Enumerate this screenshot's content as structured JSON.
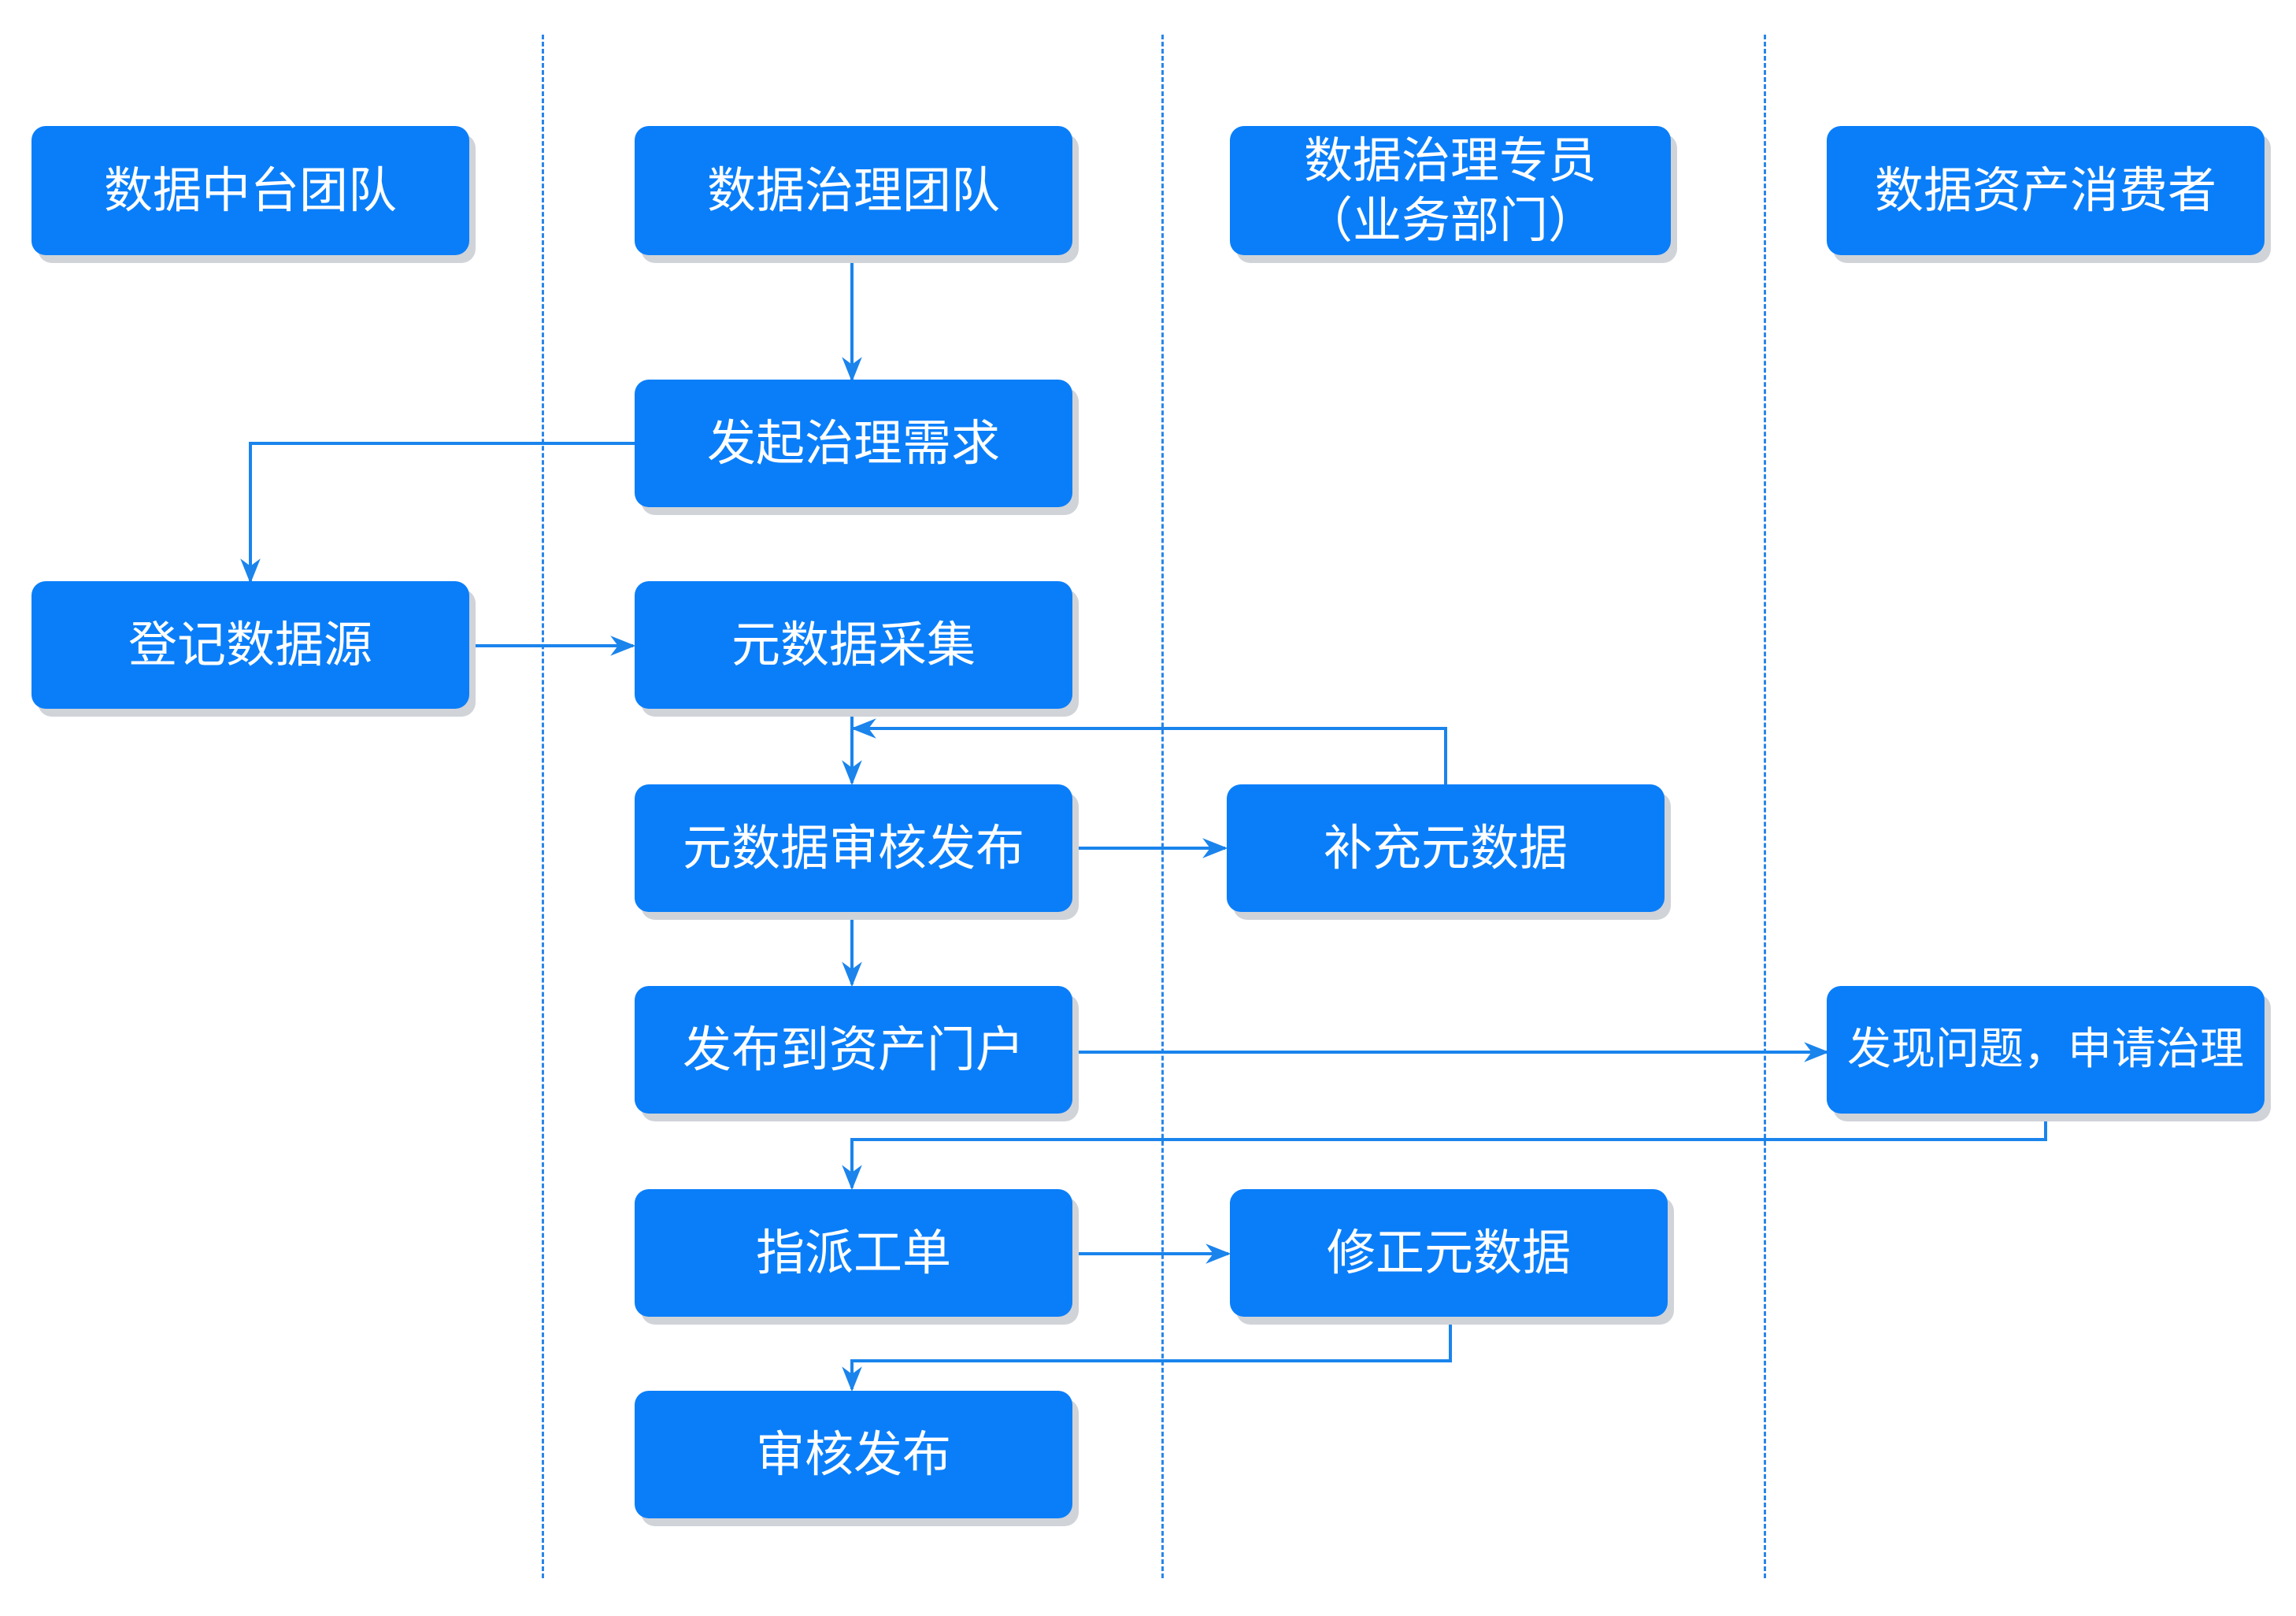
{
  "lanes": [
    {
      "label": "数据中台团队"
    },
    {
      "label": "数据治理团队"
    },
    {
      "label": "数据治理专员",
      "label_line2": "（业务部门）"
    },
    {
      "label": "数据资产消费者"
    }
  ],
  "steps": {
    "initiate_request": "发起治理需求",
    "register_source": "登记数据源",
    "metadata_collect": "元数据采集",
    "metadata_review_publish": "元数据审核发布",
    "supplement_metadata": "补充元数据",
    "publish_portal": "发布到资产门户",
    "find_issue_apply": "发现问题，申请治理",
    "assign_ticket": "指派工单",
    "fix_metadata": "修正元数据",
    "review_publish": "审核发布"
  },
  "colors": {
    "box": "#0a7ef9",
    "connector": "#1a84ec",
    "divider": "#2a86e8",
    "shadow": "#d0d3d8"
  }
}
